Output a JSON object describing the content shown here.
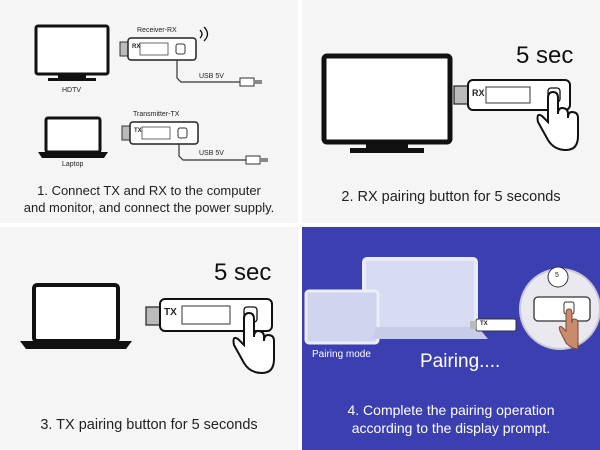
{
  "colors": {
    "panel_bg": "#f5f5f5",
    "accent_panel": "#3b3fb0",
    "text": "#222222",
    "white": "#ffffff"
  },
  "step1": {
    "receiver_label": "Receiver-RX",
    "hdtv_label": "HDTV",
    "usb_label_top": "USB 5V",
    "transmitter_label": "Transmitter-TX",
    "laptop_label": "Laptop",
    "usb_label_bottom": "USB 5V",
    "rx_mark": "RX",
    "tx_mark": "TX",
    "caption_line1": "1. Connect TX and RX to the computer",
    "caption_line2": "and monitor, and connect the power supply."
  },
  "step2": {
    "timer": "5 sec",
    "rx_mark": "RX",
    "caption": "2. RX pairing button for 5 seconds"
  },
  "step3": {
    "timer": "5 sec",
    "tx_mark": "TX",
    "caption": "3. TX pairing button for 5 seconds"
  },
  "step4": {
    "pairing_mode_label": "Pairing mode",
    "pairing_status": "Pairing....",
    "bubble_timer": "5",
    "tx_mark": "TX",
    "caption_line1": "4. Complete the pairing operation",
    "caption_line2": "according to the display prompt."
  }
}
